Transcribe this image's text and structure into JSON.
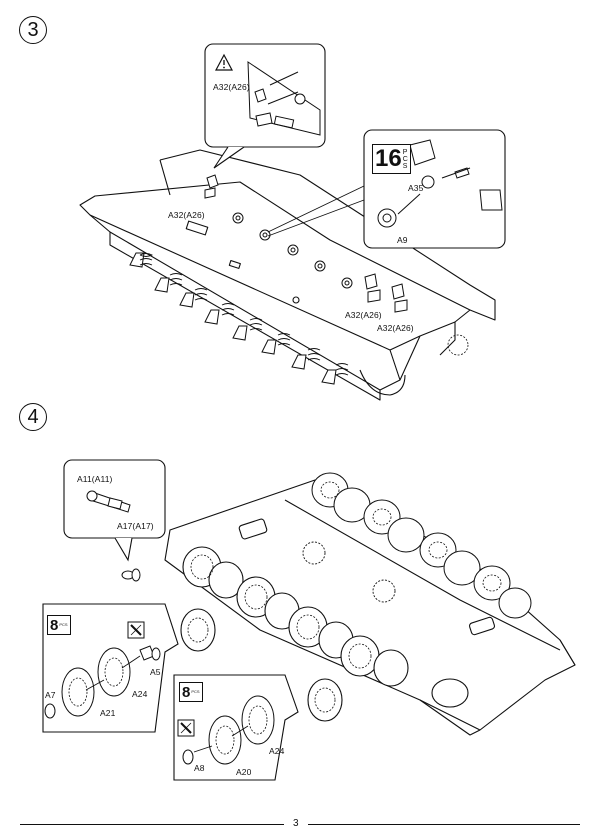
{
  "step3": {
    "number": "3",
    "callout_warning": {
      "part": "A32(A26)"
    },
    "callout_qty": {
      "count": "16",
      "unit_letters": [
        "P",
        "C",
        "S"
      ],
      "parts": [
        "A35",
        "A9"
      ]
    },
    "hull_labels": [
      "A32(A26)",
      "A32(A26)",
      "A32(A26)"
    ]
  },
  "step4": {
    "number": "4",
    "callout_idler": {
      "parts": [
        "A11(A11)",
        "A17(A17)"
      ]
    },
    "callout_wheel_a": {
      "count": "8",
      "unit": "PCS",
      "parts": [
        "A5",
        "A24",
        "A7",
        "A21"
      ]
    },
    "callout_wheel_b": {
      "count": "8",
      "unit": "PCS",
      "parts": [
        "A24",
        "A8",
        "A20"
      ]
    }
  },
  "footer": {
    "page_number": "3"
  },
  "icons": [
    "warning-triangle-icon",
    "cement-glue-icon"
  ]
}
